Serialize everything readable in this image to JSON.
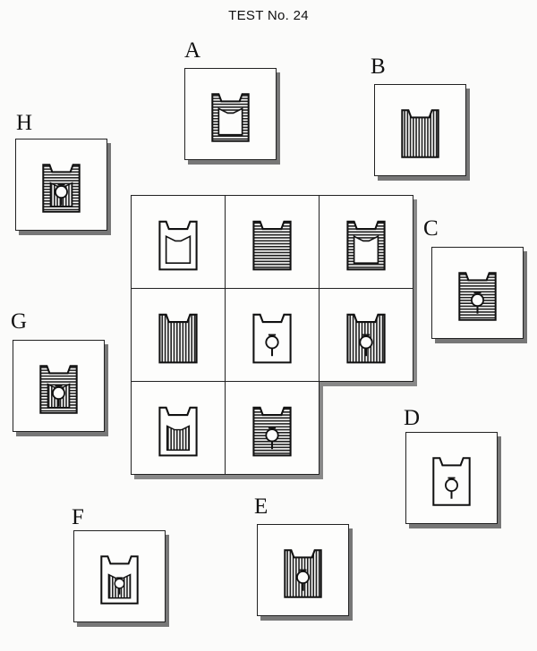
{
  "title": "TEST No. 24",
  "options": [
    {
      "letter": "A",
      "fill": "horizontal",
      "inner": "outline",
      "symbol": "none"
    },
    {
      "letter": "B",
      "fill": "vertical",
      "inner": "none",
      "symbol": "none"
    },
    {
      "letter": "C",
      "fill": "horizontal",
      "inner": "none",
      "symbol": "vase"
    },
    {
      "letter": "D",
      "fill": "none",
      "inner": "none",
      "symbol": "vase"
    },
    {
      "letter": "E",
      "fill": "vertical",
      "inner": "none",
      "symbol": "vase"
    },
    {
      "letter": "F",
      "fill": "none",
      "inner": "vertical",
      "symbol": "vase-small"
    },
    {
      "letter": "G",
      "fill": "horizontal",
      "inner": "vertical",
      "symbol": "vase"
    },
    {
      "letter": "H",
      "fill": "horizontal",
      "inner": "vertical",
      "symbol": "vase"
    }
  ],
  "matrix": [
    {
      "fill": "none",
      "inner": "outline",
      "symbol": "none"
    },
    {
      "fill": "horizontal",
      "inner": "none",
      "symbol": "none"
    },
    {
      "fill": "horizontal",
      "inner": "outline",
      "symbol": "none"
    },
    {
      "fill": "vertical",
      "inner": "none",
      "symbol": "none"
    },
    {
      "fill": "none",
      "inner": "none",
      "symbol": "vase"
    },
    {
      "fill": "vertical",
      "inner": "none",
      "symbol": "vase"
    },
    {
      "fill": "none",
      "inner": "vertical",
      "symbol": "none"
    },
    {
      "fill": "horizontal",
      "inner": "none",
      "symbol": "vase"
    }
  ]
}
